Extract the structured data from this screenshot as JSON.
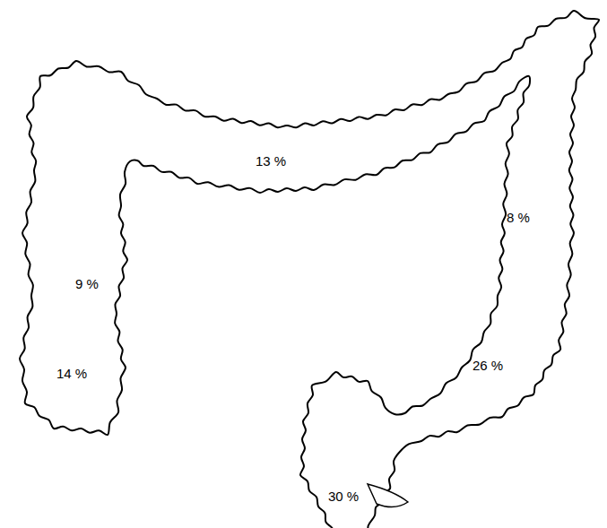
{
  "diagram": {
    "labels": [
      "13 %",
      "8 %",
      "9 %",
      "14 %",
      "26 %",
      "30 %"
    ]
  }
}
